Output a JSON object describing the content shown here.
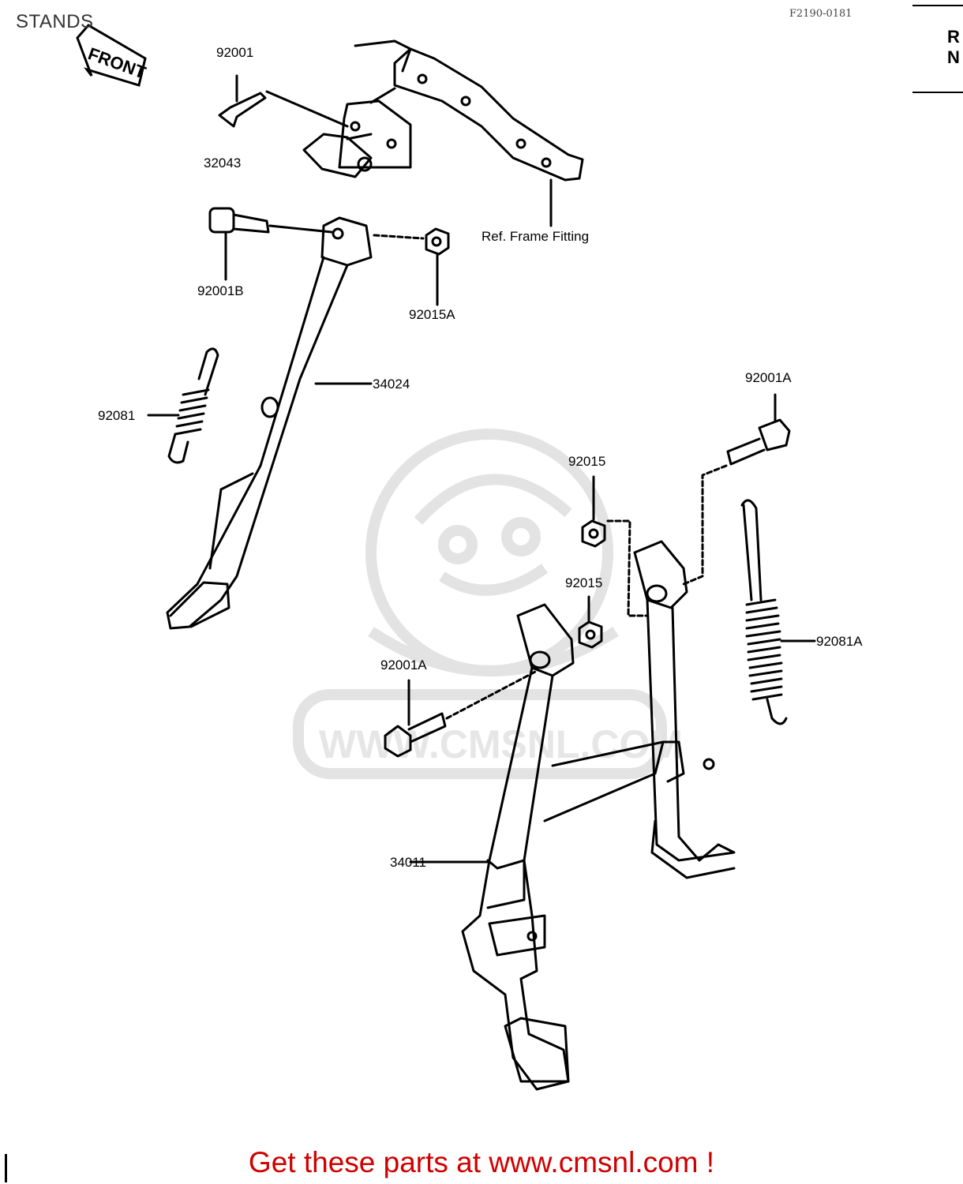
{
  "title": "STANDS",
  "drawing_code": "F2190-0181",
  "side_header": [
    "R",
    "N"
  ],
  "front_arrow_label": "FRONT",
  "callouts": [
    {
      "key": "bolt_top",
      "text": "92001"
    },
    {
      "key": "bracket",
      "text": "32043"
    },
    {
      "key": "frame_fitting",
      "text": "Ref. Frame Fitting"
    },
    {
      "key": "side_pivot_bolt",
      "text": "92001B"
    },
    {
      "key": "side_nut",
      "text": "92015A"
    },
    {
      "key": "side_spring",
      "text": "92081"
    },
    {
      "key": "side_stand",
      "text": "34024"
    },
    {
      "key": "center_bolt_right",
      "text": "92001A"
    },
    {
      "key": "center_nut_upper",
      "text": "92015"
    },
    {
      "key": "center_nut_lower",
      "text": "92015"
    },
    {
      "key": "center_spring",
      "text": "92081A"
    },
    {
      "key": "center_bolt_left",
      "text": "92001A"
    },
    {
      "key": "center_stand",
      "text": "34011"
    }
  ],
  "watermark": "WWW.CMSNL.COM",
  "promo": "Get these parts at www.cmsnl.com !",
  "colors": {
    "promo": "#d00000",
    "ink": "#000000",
    "watermark": "#e6e6e6"
  }
}
